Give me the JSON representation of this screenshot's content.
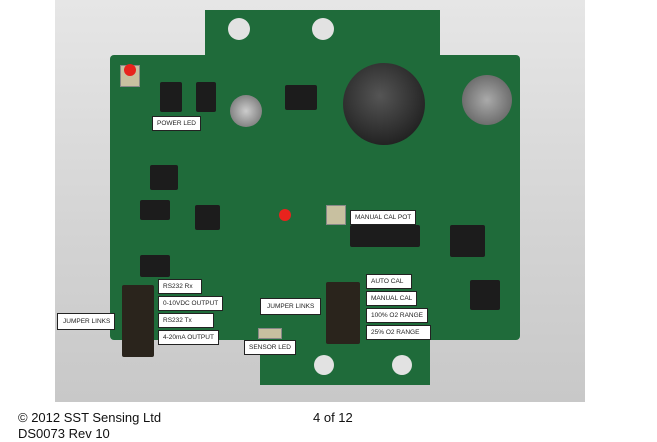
{
  "photo": {
    "labels": {
      "power_led": "POWER LED",
      "manual_cal_pot": "MANUAL CAL POT",
      "rs232_rx": "RS232 Rx",
      "output_0_10vdc": "0-10VDC OUTPUT",
      "jumper_links_left": "JUMPER LINKS",
      "rs232_tx": "RS232 Tx",
      "output_4_20ma": "4-20mA OUTPUT",
      "jumper_links_mid": "JUMPER LINKS",
      "sensor_led": "SENSOR LED",
      "auto_cal": "AUTO CAL",
      "manual_cal": "MANUAL CAL",
      "range_100": "100% O2 RANGE",
      "range_25": "25% O2 RANGE"
    },
    "marker_color": "#e8231d"
  },
  "footer": {
    "copyright": "© 2012 SST Sensing Ltd",
    "doc_ref": "DS0073 Rev 10",
    "page": "4 of 12"
  }
}
